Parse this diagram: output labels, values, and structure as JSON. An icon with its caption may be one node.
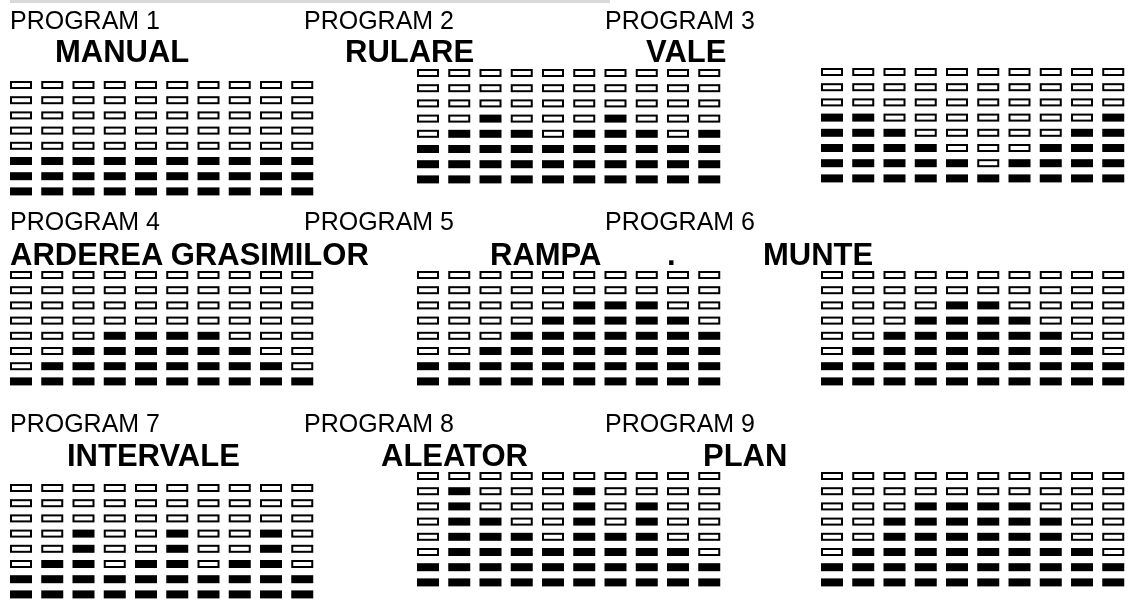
{
  "diagram": {
    "labels": [
      "PROGRAM 1",
      "PROGRAM 2",
      "PROGRAM 3",
      "MANUAL",
      "RULARE",
      "VALE",
      "PROGRAM 4",
      "PROGRAM 5",
      "PROGRAM 6",
      "ARDEREA GRASIMILOR",
      "RAMPA",
      ".",
      "MUNTE",
      "PROGRAM 7",
      "PROGRAM 8",
      "PROGRAM 9",
      "INTERVALE",
      "ALEATOR",
      "PLAN"
    ]
  }
}
